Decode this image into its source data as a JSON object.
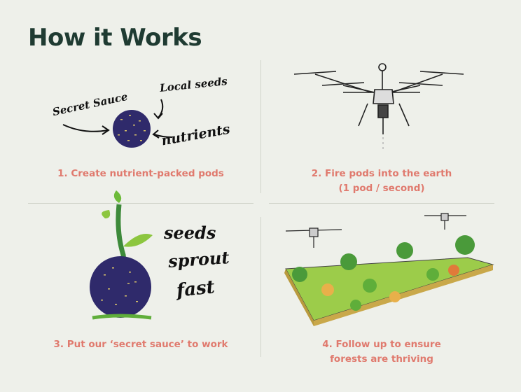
{
  "title": "How it Works",
  "steps": [
    {
      "caption": "1. Create nutrient-packed pods"
    },
    {
      "caption_line1": "2. Fire pods into the earth",
      "caption_line2": "(1 pod / second)"
    },
    {
      "caption": "3. Put our ‘secret sauce’ to work"
    },
    {
      "caption_line1": "4. Follow up to ensure",
      "caption_line2": "forests are thriving"
    }
  ],
  "illustration_labels": {
    "secret_sauce": "Secret Sauce",
    "local_seeds": "Local seeds",
    "nutrients": "nutrients",
    "seeds": "seeds",
    "sprout": "sprout",
    "fast": "fast"
  },
  "colors": {
    "background": "#eef0ea",
    "title": "#1f3b32",
    "caption": "#e07a6e",
    "pod": "#2f2a6b",
    "grass": "#7fbf3a"
  }
}
